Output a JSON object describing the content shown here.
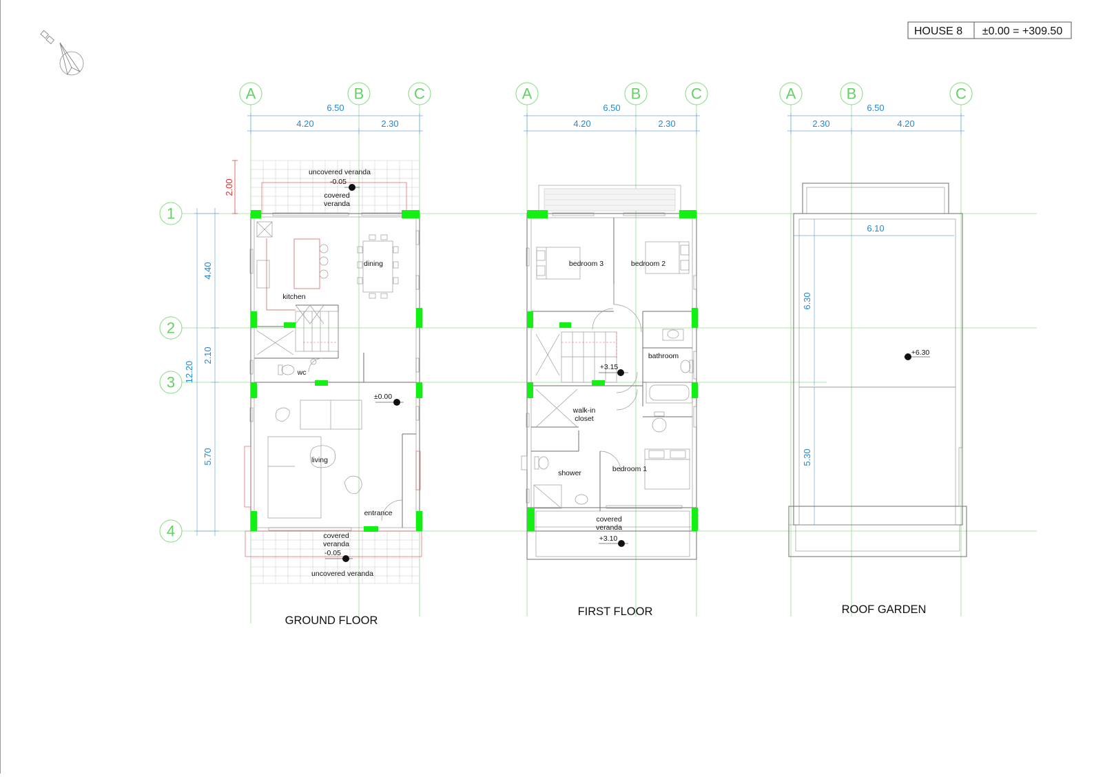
{
  "titleblock": {
    "house": "HOUSE 8",
    "datum": "±0.00 = +309.50"
  },
  "grid_axes": {
    "col_a": "A",
    "col_b": "B",
    "col_c": "C",
    "row_1": "1",
    "row_2": "2",
    "row_3": "3",
    "row_4": "4"
  },
  "ground_floor": {
    "title": "GROUND FLOOR",
    "dim_total": "6.50",
    "dim_ab": "4.20",
    "dim_bc": "2.30",
    "dim_veranda": "2.00",
    "dim_total_v": "12.20",
    "dim_12": "4.40",
    "dim_23": "2.10",
    "dim_34": "5.70",
    "rooms": {
      "uncovered_veranda_top": "uncovered veranda",
      "level_top": "-0.05",
      "covered_veranda_top": "covered\nveranda",
      "dining": "dining",
      "kitchen": "kitchen",
      "wc": "wc",
      "level_main": "±0.00",
      "living": "living",
      "entrance": "entrance",
      "covered_veranda_bottom": "covered\nveranda",
      "level_bottom": "-0.05",
      "uncovered_veranda_bottom": "uncovered veranda"
    }
  },
  "first_floor": {
    "title": "FIRST FLOOR",
    "dim_total": "6.50",
    "dim_ab": "4.20",
    "dim_bc": "2.30",
    "rooms": {
      "bedroom3": "bedroom 3",
      "bedroom2": "bedroom 2",
      "bathroom": "bathroom",
      "level_stair": "+3.15",
      "walkin": "walk-in\ncloset",
      "shower": "shower",
      "bedroom1": "bedroom 1",
      "covered_veranda": "covered\nveranda",
      "level_veranda": "+3.10"
    }
  },
  "roof_garden": {
    "title": "ROOF GARDEN",
    "dim_total": "6.50",
    "dim_ab": "2.30",
    "dim_bc": "4.20",
    "dim_inner_width": "6.10",
    "dim_upper": "6.30",
    "dim_lower": "5.30",
    "level": "+6.30"
  }
}
